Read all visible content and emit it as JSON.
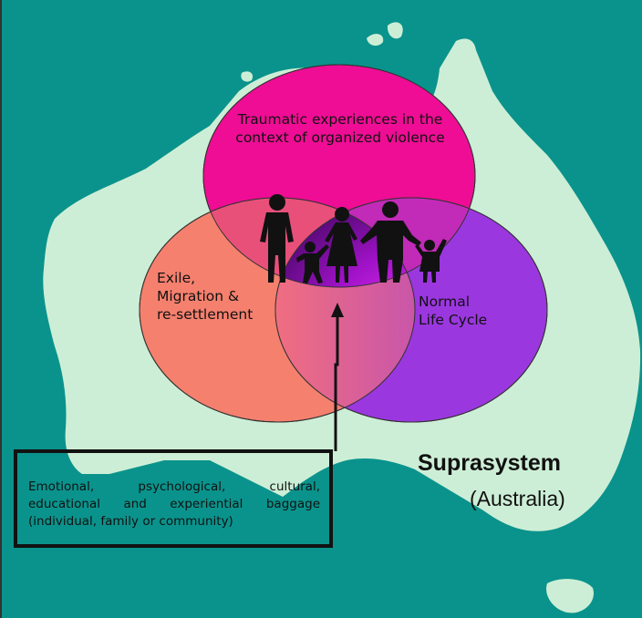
{
  "colors": {
    "background": "#0a938c",
    "land": "#cdeed6",
    "circle_top": "#ee0d94",
    "circle_left": "#f5806e",
    "circle_right": "#9b37df",
    "center": "#a012c8",
    "ink": "#111111"
  },
  "map": {
    "region_name": "Australia"
  },
  "circles": {
    "top_label": "Traumatic experiences in the context of organized violence",
    "left_label_lines": [
      "Exile,",
      "Migration &",
      "re-settlement"
    ],
    "right_label_lines": [
      "Normal",
      "Life Cycle"
    ]
  },
  "center_icon": "family-silhouette-icon",
  "baggage": {
    "lines": [
      "Emotional, psychological, cultural,",
      "educational and experiential baggage",
      "(individual, family or community)"
    ]
  },
  "suprasystem": {
    "title": "Suprasystem",
    "subtitle": "(Australia)"
  }
}
